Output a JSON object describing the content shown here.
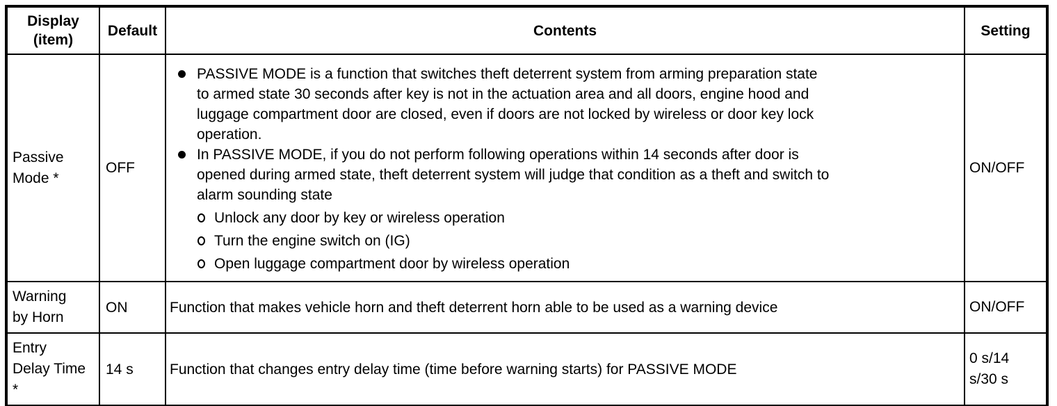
{
  "table": {
    "headers": {
      "display_lines": [
        "Display",
        "(item)"
      ],
      "default": "Default",
      "contents": "Contents",
      "setting": "Setting"
    },
    "rows": {
      "passive_mode": {
        "display_lines": [
          "Passive",
          "Mode *"
        ],
        "default": "OFF",
        "setting": "ON/OFF",
        "bullets": [
          {
            "lines": [
              "PASSIVE MODE is a function that switches theft deterrent system from arming preparation state",
              "to armed state 30 seconds after key is not in the actuation area and all doors, engine hood and",
              "luggage compartment door are closed, even if doors are not locked by wireless or door key lock",
              "operation."
            ]
          },
          {
            "lines": [
              "In PASSIVE MODE, if you do not perform following operations within 14 seconds after door is",
              "opened during armed state, theft deterrent system will judge that condition as a theft and switch to",
              "alarm sounding state"
            ],
            "subs": [
              "Unlock any door by key or wireless operation",
              "Turn the engine switch on (IG)",
              "Open luggage compartment door by wireless operation"
            ]
          }
        ]
      },
      "warning_by_horn": {
        "display_lines": [
          "Warning",
          "by Horn"
        ],
        "default": "ON",
        "contents": "Function that makes vehicle horn and theft deterrent horn able to be used as a warning device",
        "setting": "ON/OFF"
      },
      "entry_delay_time": {
        "display_lines": [
          "Entry",
          "Delay Time",
          "*"
        ],
        "default": "14 s",
        "contents": "Function that changes entry delay time (time before warning starts) for PASSIVE MODE",
        "setting": "0 s/14 s/30 s"
      }
    }
  }
}
